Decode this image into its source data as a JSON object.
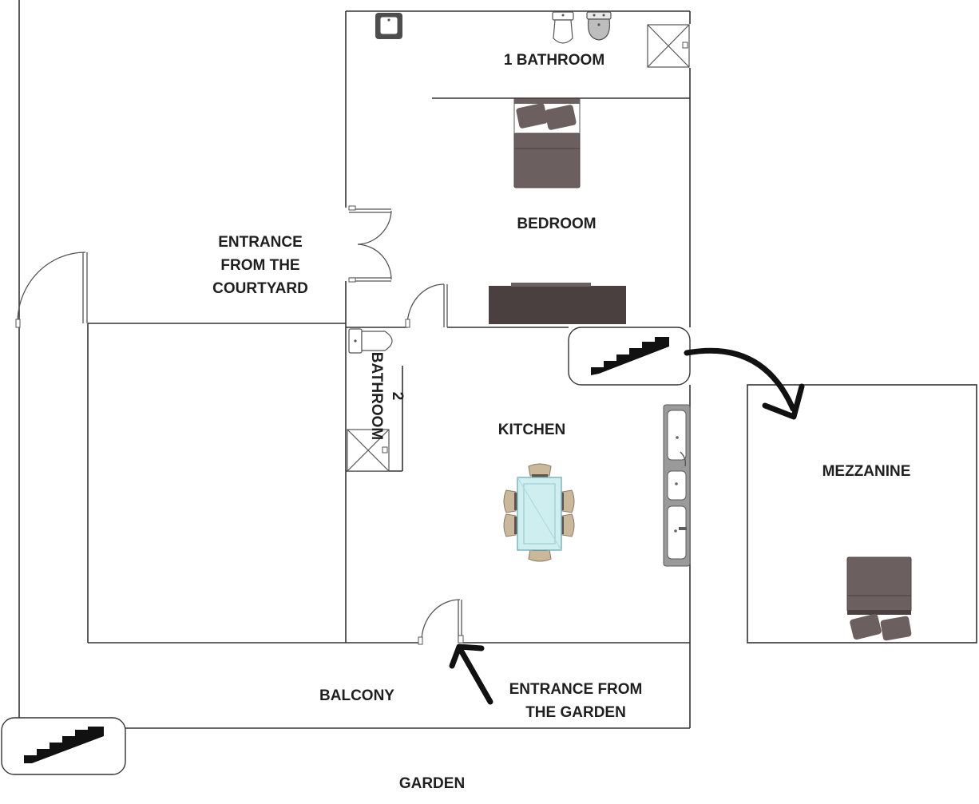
{
  "floorplan": {
    "rooms": {
      "bathroom_1": "1 BATHROOM",
      "bedroom": "BEDROOM",
      "bathroom_2_number": "2",
      "bathroom_2_word": "BATHROOM",
      "kitchen": "KITCHEN",
      "mezzanine": "MEZZANINE",
      "balcony": "BALCONY",
      "garden": "GARDEN"
    },
    "entrances": {
      "courtyard_line1": "ENTRANCE",
      "courtyard_line2": "FROM THE",
      "courtyard_line3": "COURTYARD",
      "garden_line1": "ENTRANCE FROM",
      "garden_line2": "THE GARDEN"
    },
    "icons": {
      "stairs": "stairs-icon",
      "arrow": "curved-arrow-icon",
      "entry_arrow": "entry-arrow-icon"
    },
    "colors": {
      "wall": "#333333",
      "furniture": "#6b5f5f",
      "furniture_dark": "#4a403f",
      "table_glass": "#cfeef0",
      "text": "#1f1f1f"
    }
  }
}
